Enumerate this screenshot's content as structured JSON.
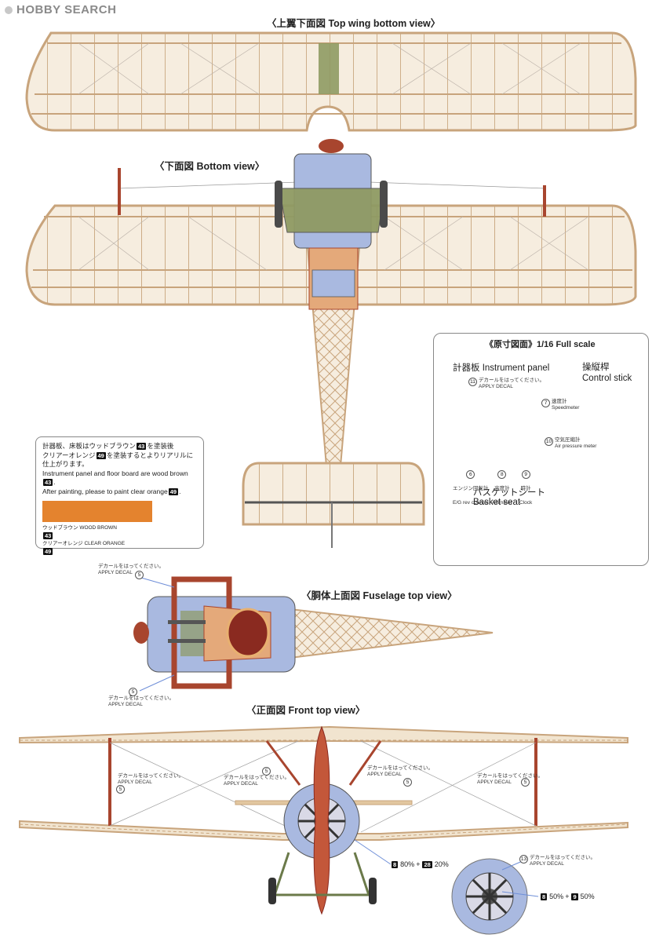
{
  "header": {
    "logo_text": "HOBBY SEARCH"
  },
  "views": {
    "top_wing_bottom": "〈上翼下面図 Top wing bottom view〉",
    "bottom": "〈下面図 Bottom view〉",
    "fuselage_top": "〈胴体上面図 Fuselage top view〉",
    "front_top": "〈正面図 Front top view〉"
  },
  "full_scale_panel": {
    "title": "《原寸図面》1/16 Full scale",
    "instrument_panel_jp": "計器板",
    "instrument_panel_en": "Instrument panel",
    "control_stick_jp": "操縦桿",
    "control_stick_en": "Control stick",
    "basket_seat_jp": "バスケットシート",
    "basket_seat_en": "Basket seat",
    "callouts": [
      {
        "num": "11",
        "jp": "デカールをはってください。",
        "en": "APPLY DECAL"
      },
      {
        "num": "7",
        "jp": "速度計",
        "en": "Speedmeter"
      },
      {
        "num": "10",
        "jp": "空気圧縮計",
        "en": "Air pressure meter"
      },
      {
        "num": "6",
        "jp": "エンジン回転計",
        "en": "E/G rev counter"
      },
      {
        "num": "8",
        "jp": "高度計",
        "en": "Altimeter"
      },
      {
        "num": "9",
        "jp": "時計",
        "en": "Clock"
      }
    ]
  },
  "paint_note": {
    "line1_pre": "計器板、床板はウッドブラウン",
    "line1_num": "43",
    "line1_post": "を塗装後",
    "line2_pre": "クリアーオレンジ",
    "line2_num": "49",
    "line2_post": "を塗装するとよりリアリルに",
    "line3": "仕上がります。",
    "line4_pre": "Instrument panel and floor board are wood brown",
    "line4_num": "43",
    "line4_post": ".",
    "line5_pre": "After painting, please to paint  clear orange",
    "line5_num": "49",
    "line5_post": ".",
    "swatch_color": "#e4832e",
    "color1_jp": "ウッドブラウン",
    "color1_en": "WOOD BROWN",
    "color1_num": "43",
    "color2_jp": "クリアーオレンジ",
    "color2_en": "CLEAR ORANGE",
    "color2_num": "49"
  },
  "decal": {
    "jp": "デカールをはってください。",
    "en": "APPLY DECAL",
    "num": "5",
    "num13": "13"
  },
  "mix": {
    "a_num1": "8",
    "a_pct1": "80%",
    "a_plus": "+",
    "a_num2": "28",
    "a_pct2": "20%",
    "b_num1": "8",
    "b_pct1": "50%",
    "b_plus": "+",
    "b_num2": "9",
    "b_pct2": "50%"
  },
  "colors": {
    "frame": "#c8a47c",
    "frame_fill": "#f4ead9",
    "steel_blue": "#a9b9e0",
    "olive": "#8f9a63",
    "red_brown": "#a8452e",
    "orange": "#e4832e",
    "dark": "#333333"
  }
}
